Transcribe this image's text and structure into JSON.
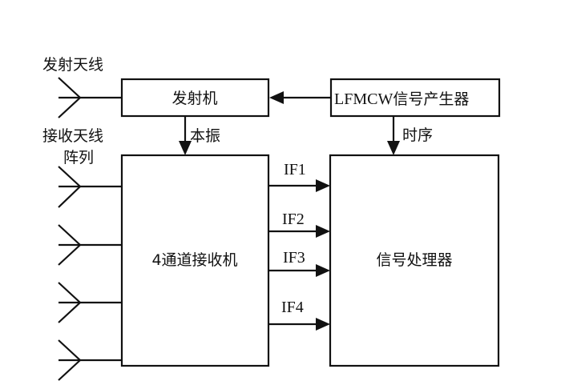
{
  "labels": {
    "tx_antenna": "发射天线",
    "rx_antenna_line1": "接收天线",
    "rx_antenna_line2": "阵列",
    "local_osc": "本振",
    "timing": "时序"
  },
  "blocks": {
    "transmitter": "发射机",
    "lfmcw_prefix": "LFMCW",
    "lfmcw_suffix": "信号产生器",
    "receiver": "4通道接收机",
    "processor": "信号处理器"
  },
  "if_channels": [
    "IF1",
    "IF2",
    "IF3",
    "IF4"
  ],
  "colors": {
    "line": "#111111",
    "background": "#ffffff"
  }
}
